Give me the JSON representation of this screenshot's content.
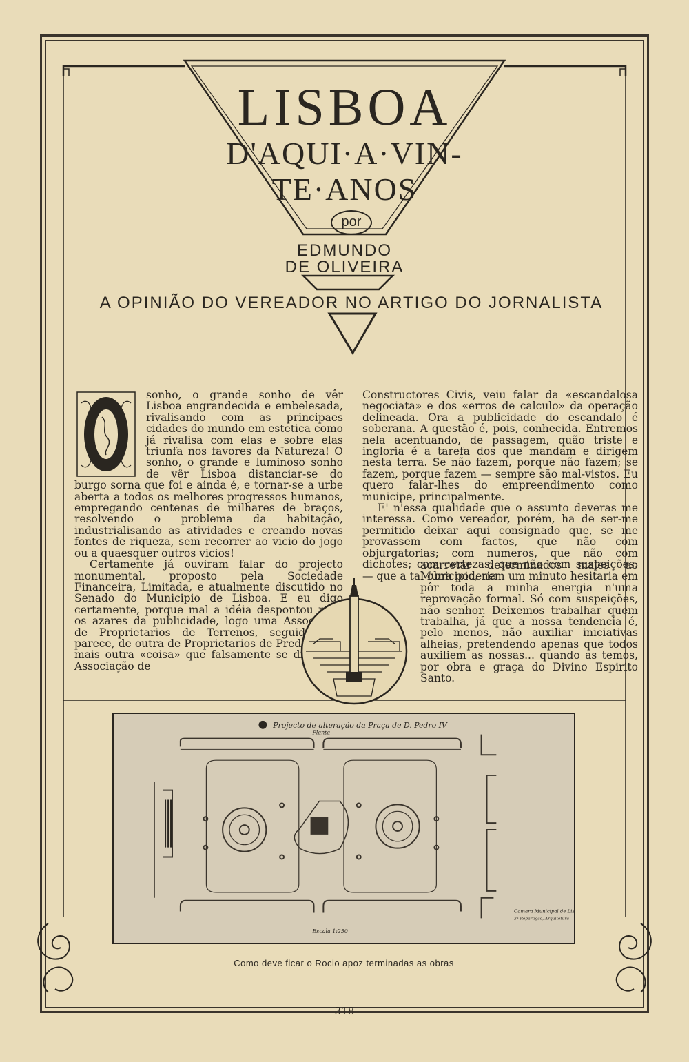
{
  "title": {
    "main": "LISBOA",
    "line2": "D'AQUI·A·VIN-",
    "line3": "TE·ANOS"
  },
  "byline": {
    "por": "por",
    "author_line1": "EDMUNDO",
    "author_line2": "DE OLIVEIRA"
  },
  "subtitle": "A OPINIÃO DO VEREADOR NO ARTIGO DO JORNALISTA",
  "article": {
    "left_column": [
      "sonho, o grande sonho de vêr Lisboa engrandecida e embelesada, rivalisando com as principaes cidades do mundo em estetica como já rivalisa com elas e sobre elas triunfa nos favores da Natureza! O sonho, o grande e luminoso sonho de vêr Lisboa distanciar-se do burgo sorna que foi e ainda é, e tornar-se a urbe aberta a todos os melhores progressos humanos, empregando centenas de milhares de braços, resolvendo o problema da habitação, industrialisando as atividades e creando novas fontes de riqueza, sem recorrer ao vicio do jogo ou a quaesquer outros vicios!",
      "Certamente já ouviram falar do projecto monumental, proposto pela Sociedade Financeira, Limitada, e atualmente discutido no Senado do Municipio de Lisboa. E eu digo certamente, porque mal a idéia despontou para os azares da publicidade, logo uma Associação de Proprietarios de Terrenos, seguida, me parece, de outra de Proprietarios de Predios e de mais outra «coisa» que falsamente se disse ser Associação de"
    ],
    "right_column": [
      "Constructores Civis, veiu falar da «escandalosa negociata» e dos «erros de calculo» da operação delineada. Ora a publicidade do escandalo é soberana. A questão é, pois, conhecida. Entremos nela acentuando, de passagem, quão triste e ingloria é a tarefa dos que mandam e dirigem nesta terra. Se não fazem, porque não fazem; se fazem, porque fazem — sempre são mal-vistos. Eu quero falar-lhes do empreendimento como municipe, principalmente.",
      "E' n'essa qualidade que o assunto deveras me interessa. Como vereador, porém, ha de ser-me permitido deixar aqui consignado que, se me provassem com factos, que não com objurgatorias; com numeros, que não com dichotes; com certezas, que não com suspeições: — que a tal obra poderia"
    ],
    "right_column_continued": "acarretar determinados males ao Municipio, nem um minuto hesitaria em pôr toda a minha energia n'uma reprovação formal. Só com suspeições, não senhor. Deixemos trabalhar quem trabalha, já que a nossa tendencia é, pelo menos, não auxiliar iniciativas alheias, pretendendo apenas que todos auxiliem as nossas... quando as temos, por obra e graça do Divino Espirito Santo."
  },
  "plan": {
    "heading": "Projecto de alteração da Praça de D. Pedro IV",
    "heading_sub": "Planta",
    "scale": "Escala 1:250",
    "stamp_line1": "Camara Municipal de Lisboa",
    "stamp_line2": "3ª Repartição, Arquitetura"
  },
  "caption": "Como deve ficar o Rocio apoz terminadas as obras",
  "page_number": "318",
  "colors": {
    "paper": "#e9dcb9",
    "ink": "#2a2620",
    "plan_bg": "#d6ccb7"
  }
}
